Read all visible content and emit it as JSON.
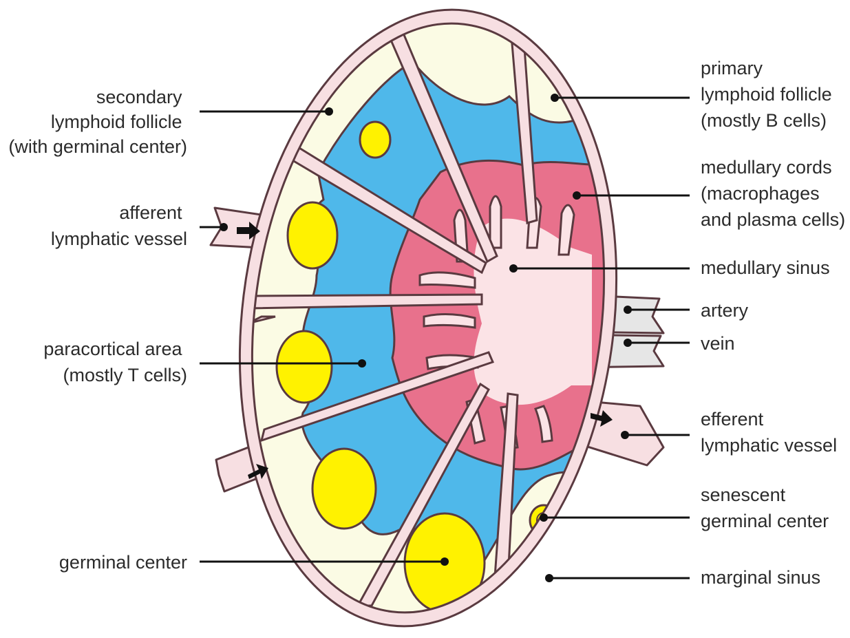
{
  "diagram": {
    "colors": {
      "capsule": "#f7dfe2",
      "follicle": "#fbfbe4",
      "germinal_center": "#fff200",
      "paracortex": "#4fb8ea",
      "medullary_cords": "#e8718c",
      "medullary_sinus": "#fbe3e6",
      "vessel": "#e6e6e6",
      "outline": "#5a3a40"
    },
    "labels": {
      "secondary_follicle": [
        "secondary",
        "lymphoid follicle",
        "(with germinal center)"
      ],
      "afferent_vessel": [
        "afferent",
        "lymphatic vessel"
      ],
      "paracortical_area": [
        "paracortical area",
        "(mostly T cells)"
      ],
      "germinal_center": [
        "germinal center"
      ],
      "primary_follicle": [
        "primary",
        "lymphoid follicle",
        "(mostly B cells)"
      ],
      "medullary_cords": [
        "medullary cords",
        "(macrophages",
        "and plasma cells)"
      ],
      "medullary_sinus": [
        "medullary sinus"
      ],
      "artery": [
        "artery"
      ],
      "vein": [
        "vein"
      ],
      "efferent_vessel": [
        "efferent",
        "lymphatic vessel"
      ],
      "senescent_germinal_center": [
        "senescent",
        "germinal center"
      ],
      "marginal_sinus": [
        "marginal sinus"
      ]
    }
  }
}
